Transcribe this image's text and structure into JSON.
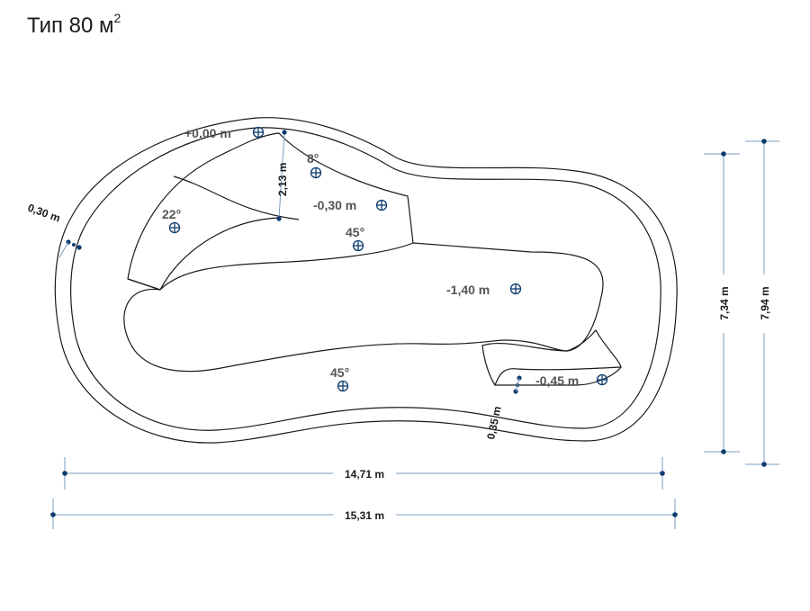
{
  "title": {
    "text": "Тип 80 м",
    "sup": "2"
  },
  "levels": {
    "top": "+0,00 m",
    "shelf": "-0,30 m",
    "deep": "-1,40 m",
    "step": "-0,45 m"
  },
  "angles": {
    "a8": "8°",
    "a22": "22°",
    "a45_shelf": "45°",
    "a45_bottom": "45°"
  },
  "dimensions": {
    "rim_width": "0,30 m",
    "step_width": "0,35 m",
    "shelf_depth": "2,13 m",
    "inner_length": "14,71 m",
    "outer_length": "15,31 m",
    "inner_width": "7,34 m",
    "outer_width": "7,94 m"
  },
  "colors": {
    "outline": "#1a1a1a",
    "marker": "#0d3b6e",
    "dimension_line": "#7a9cc0"
  }
}
